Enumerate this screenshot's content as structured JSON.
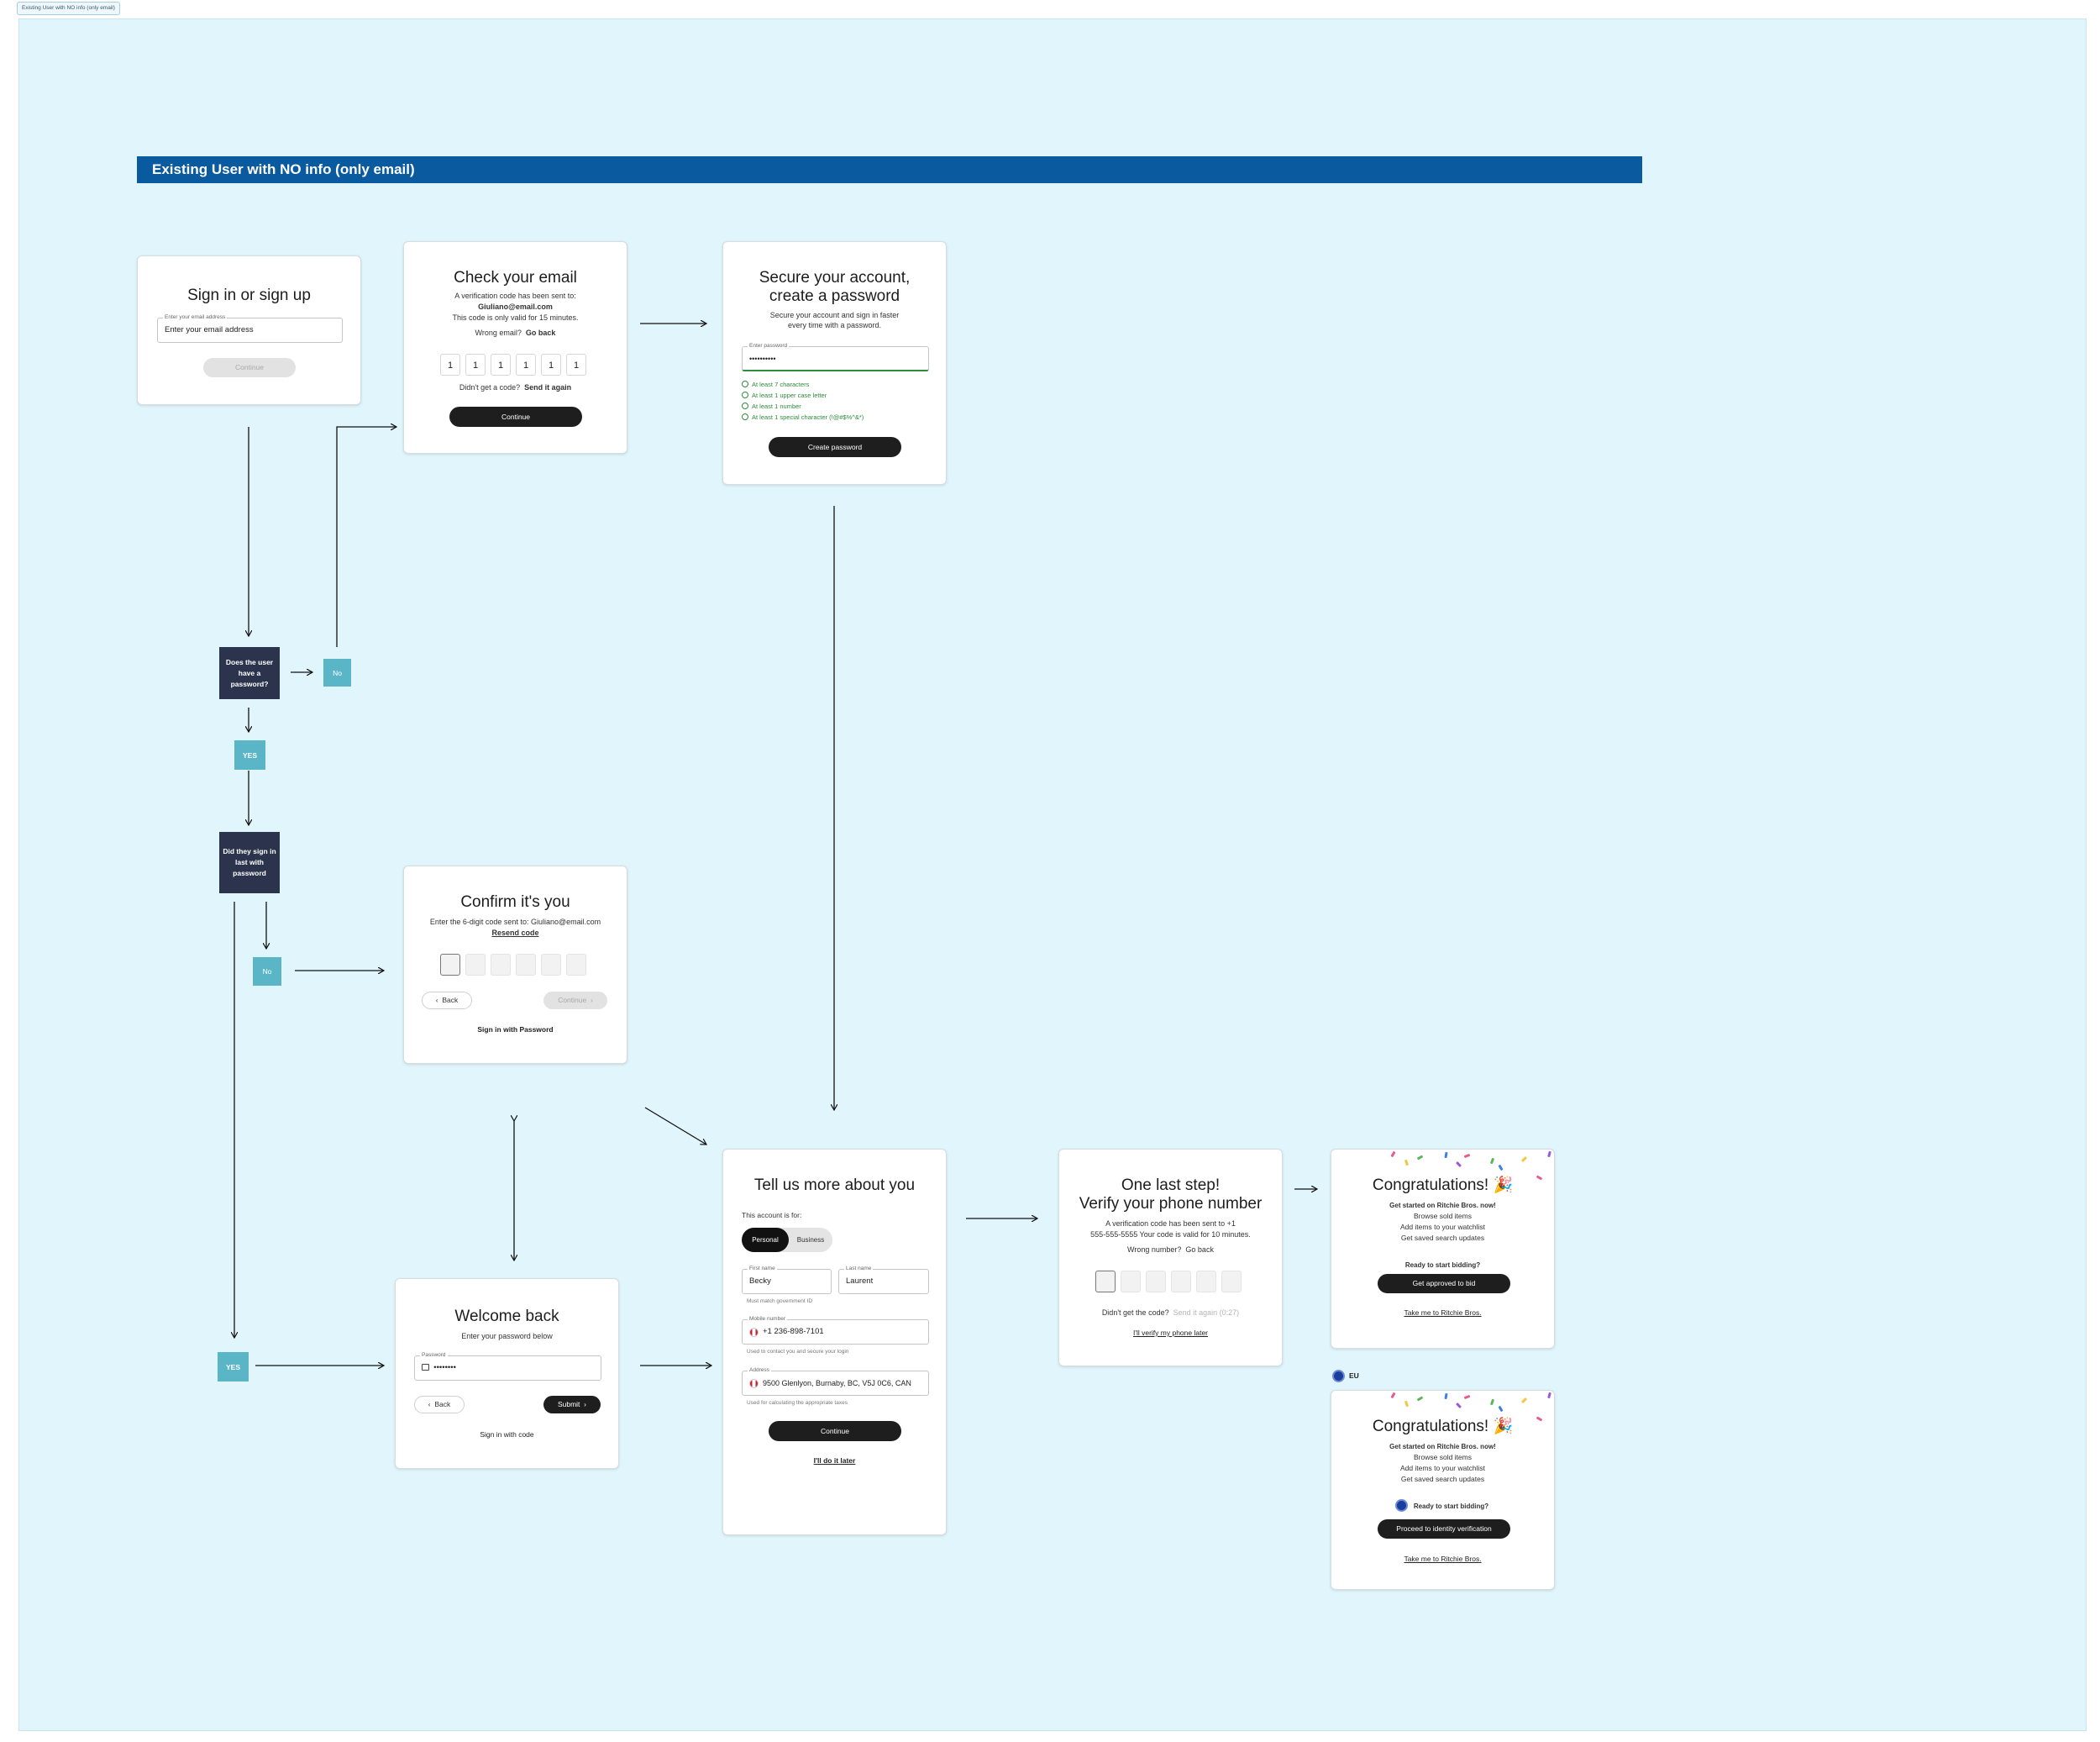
{
  "frame_tag": "Existing User with NO info (only email)",
  "banner_title": "Existing User with NO info (only email)",
  "signin": {
    "title": "Sign in or sign up",
    "email_label": "Enter your email address",
    "email_placeholder": "Enter your email address",
    "continue": "Continue"
  },
  "check_email": {
    "title": "Check your email",
    "line1": "A verification code has been sent to:",
    "email": "Giuliano@email.com",
    "line2": "This code is only valid for 15 minutes.",
    "wrong": "Wrong email?",
    "go_back": "Go back",
    "digits": [
      "1",
      "1",
      "1",
      "1",
      "1",
      "1"
    ],
    "didnt": "Didn't get a code?",
    "send_again": "Send it again",
    "continue": "Continue"
  },
  "secure": {
    "title1": "Secure your account,",
    "title2": "create a password",
    "sub1": "Secure your account and sign in faster",
    "sub2": "every time with a password.",
    "pw_label": "Enter password",
    "pw_value": "••••••••••",
    "reqs": [
      "At least 7 characters",
      "At least 1 upper case letter",
      "At least 1 number",
      "At least 1 special character (!@#$%^&*)"
    ],
    "create": "Create password"
  },
  "decision1": {
    "text": "Does the user have a password?",
    "no": "No",
    "yes": "YES"
  },
  "decision2": {
    "text": "Did they sign in last with password",
    "no": "No",
    "yes": "YES"
  },
  "confirm": {
    "title": "Confirm it's you",
    "line1": "Enter the 6-digit code sent to: Giuliano@email.com",
    "resend": "Resend code",
    "back": "Back",
    "continue": "Continue",
    "signin_pw": "Sign in with Password"
  },
  "welcome": {
    "title": "Welcome back",
    "sub": "Enter your password below",
    "pw_label": "Password",
    "pw_value": "••••••••",
    "back": "Back",
    "submit": "Submit",
    "signin_code": "Sign in with code"
  },
  "about": {
    "title": "Tell us more about you",
    "account_for": "This account is for:",
    "personal": "Personal",
    "business": "Business",
    "first_label": "First name",
    "first_value": "Becky",
    "first_help": "Must match government ID",
    "last_label": "Last name",
    "last_value": "Laurent",
    "mobile_label": "Mobile number",
    "mobile_value": "+1 236-898-7101",
    "mobile_help": "Used to contact you and secure your login",
    "address_label": "Address",
    "address_value": "9500 Glenlyon, Burnaby, BC, V5J 0C6, CAN",
    "address_help": "Used for calculating the appropriate taxes",
    "continue": "Continue",
    "later": "I'll do it later"
  },
  "phone": {
    "title1": "One last step!",
    "title2": "Verify your phone number",
    "line1": "A verification code has been sent to +1",
    "line2": "555-555-5555 Your code is valid for 10 minutes.",
    "wrong": "Wrong number?",
    "go_back": "Go back",
    "didnt": "Didn't get the code?",
    "send_again": "Send it again (0:27)",
    "later": "I'll verify my phone later"
  },
  "congrats1": {
    "title": "Congratulations! 🎉",
    "started": "Get started on Ritchie Bros. now!",
    "items": [
      "Browse sold items",
      "Add items to your watchlist",
      "Get saved search updates"
    ],
    "ready": "Ready to start bidding?",
    "cta": "Get approved to bid",
    "take_me": "Take me to Ritchie Bros."
  },
  "eu_label": "EU",
  "congrats2": {
    "title": "Congratulations! 🎉",
    "started": "Get started on Ritchie Bros. now!",
    "items": [
      "Browse sold items",
      "Add items to your watchlist",
      "Get saved search updates"
    ],
    "ready": "Ready to start bidding?",
    "cta": "Proceed to identity verification",
    "take_me": "Take me to Ritchie Bros."
  },
  "colors": {
    "canvas": "#e1f5fc",
    "banner": "#0a5aa0",
    "decision": "#2b334d",
    "answer": "#5ab6c7",
    "success": "#2e8b3a",
    "primary_button": "#1e1e1e"
  }
}
